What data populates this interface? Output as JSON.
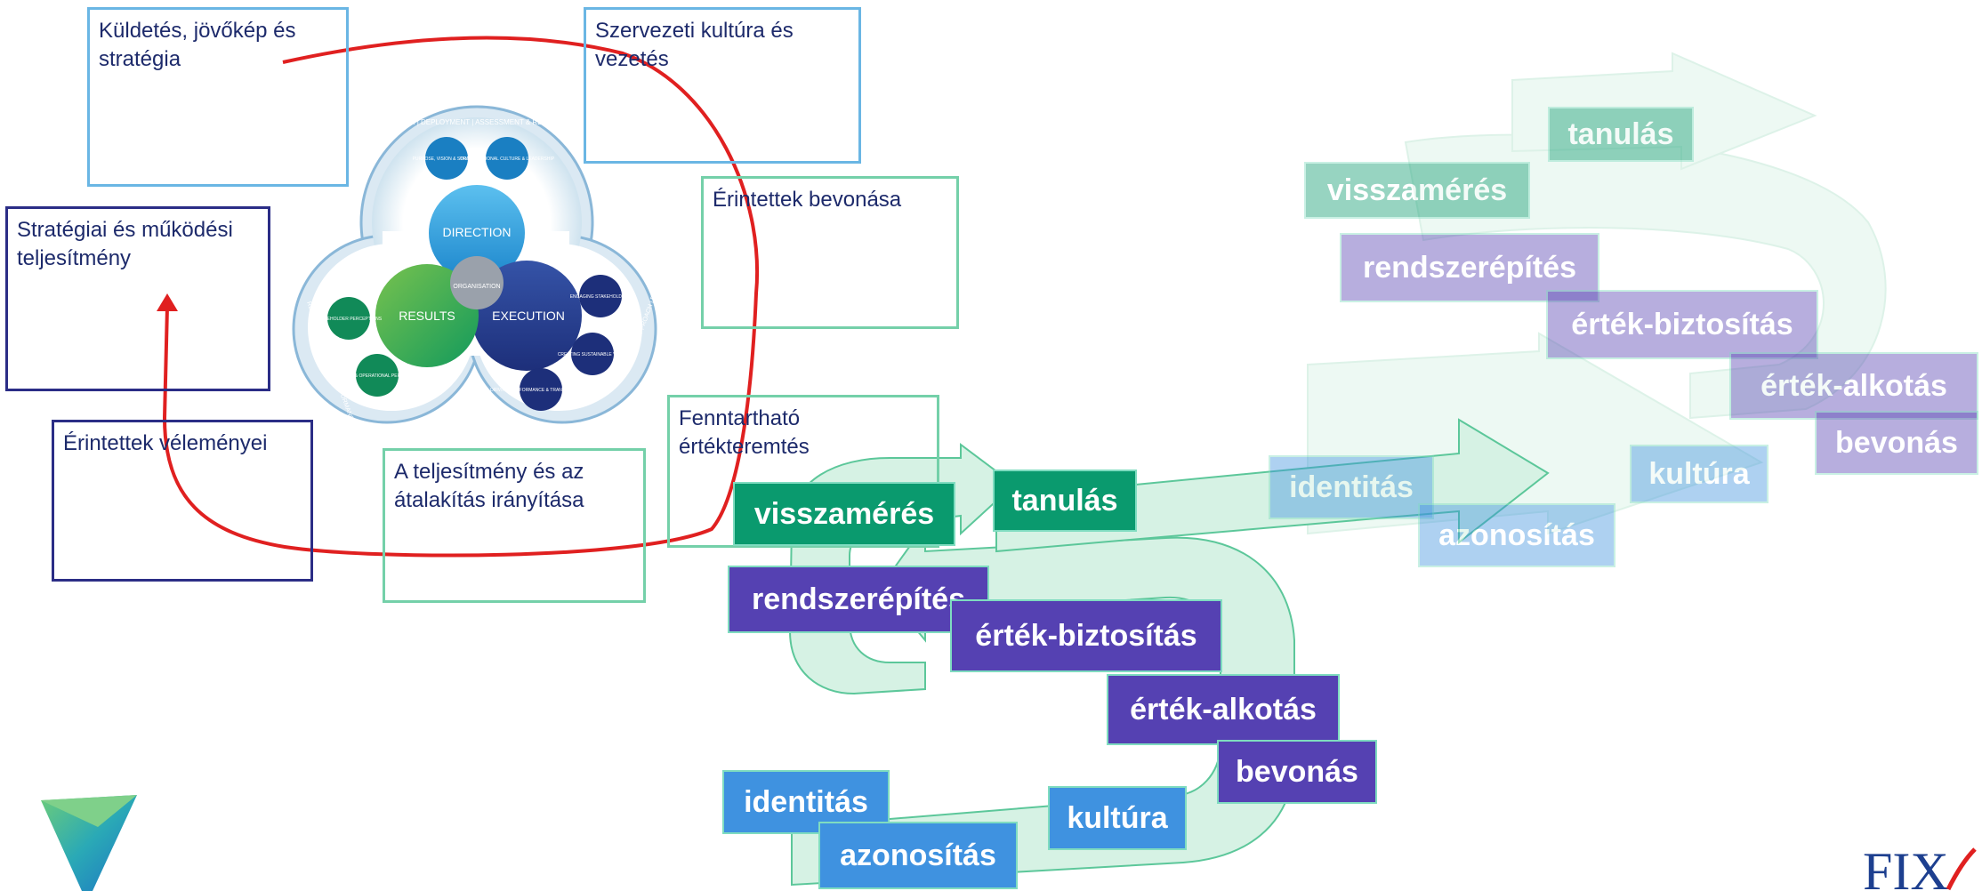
{
  "colors": {
    "light_blue_border": "#6ab6e4",
    "dark_blue_border": "#2b2d86",
    "green_border": "#74d0a9",
    "text_navy": "#1d2a6b",
    "tag_green": "#0a9a6e",
    "tag_purple": "#5541b2",
    "tag_blue": "#3f92e0",
    "red_loop": "#e02020",
    "arrow_fill": "#d6f2e4"
  },
  "boxes": {
    "mission": "Küldetés, jövőkép és stratégia",
    "culture": "Szervezeti kultúra és vezetés",
    "strategic_performance": "Stratégiai és működési teljesítmény",
    "stakeholder_engagement": "Érintettek bevonása",
    "stakeholder_perceptions": "Érintettek véleményei",
    "sustainable_value": "Fenntartható értékteremtés",
    "performance_transformation": "A teljesítmény és az átalakítás irányítása"
  },
  "model": {
    "direction": "DIRECTION",
    "execution": "EXECUTION",
    "results": "RESULTS",
    "organisation": "ORGANISATION",
    "purpose": "PURPOSE, VISION & STRATEGY",
    "culture": "ORGANISATIONAL CULTURE & LEADERSHIP",
    "engaging": "ENGAGING STAKEHOLDERS",
    "creating": "CREATING SUSTAINABLE VALUE",
    "driving": "DRIVING PERFORMANCE & TRANSFORMATION",
    "perceptions": "STAKEHOLDER PERCEPTIONS",
    "strategic": "STRATEGIC & OPERATIONAL PERFORMANCE",
    "ring_top": "APPROACH | DEPLOYMENT | ASSESSMENT & REFINEMENT",
    "ring_right": "APPROACH | DEPLOYMENT | ASSESSMENT & REFINEMENT",
    "ring_left": "RELEVANCE & USABILITY | PERFORMANCE"
  },
  "flow_front": {
    "visszameres": "visszamérés",
    "tanulas": "tanulás",
    "rendszerepites": "rendszerépítés",
    "ertek_biztositas": "érték-biztosítás",
    "ertek_alkotas": "érték-alkotás",
    "bevonas": "bevonás",
    "identitas": "identitás",
    "kultura": "kultúra",
    "azonositas": "azonosítás"
  },
  "flow_back": {
    "visszameres": "visszamérés",
    "tanulas": "tanulás",
    "rendszerepites": "rendszerépítés",
    "ertek_biztositas": "érték-biztosítás",
    "ertek_alkotas": "érték-alkotás",
    "bevonas": "bevonás",
    "identitas": "identitás",
    "kultura": "kultúra",
    "azonositas": "azonosítás"
  },
  "logos": {
    "right": "FIX"
  }
}
